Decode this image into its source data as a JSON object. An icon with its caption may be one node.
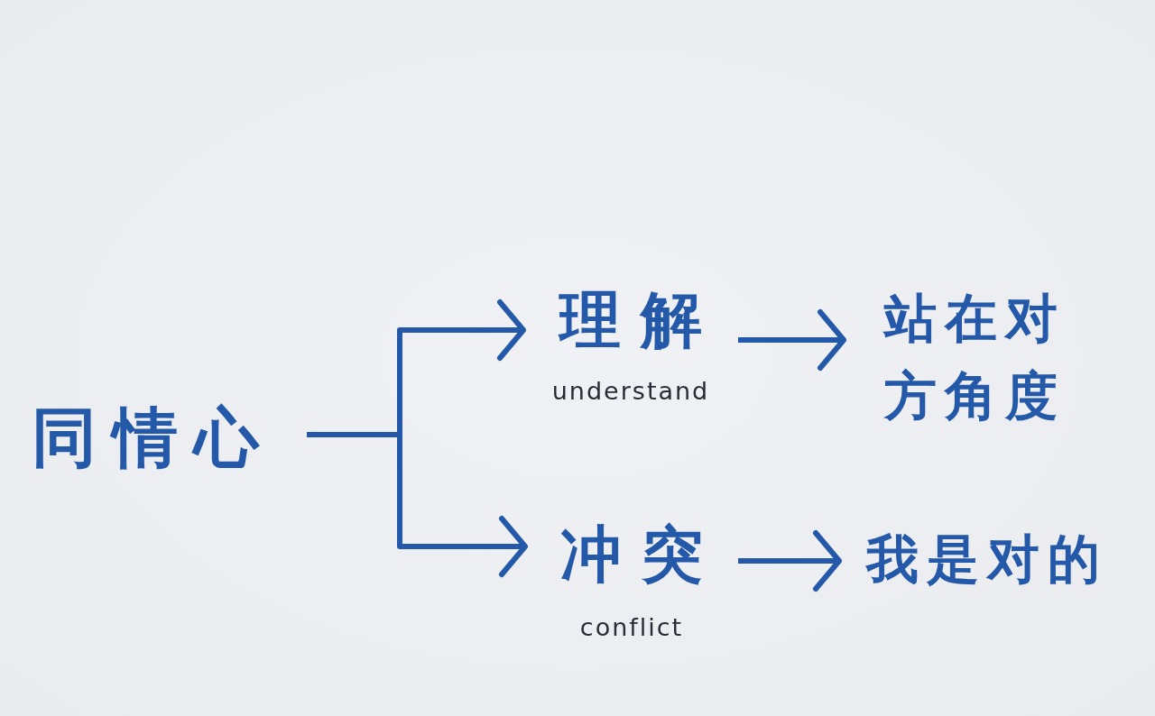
{
  "diagram": {
    "nodes": [
      {
        "text": [
          "同情心"
        ]
      },
      {
        "text": [
          "理解",
          "understand"
        ]
      },
      {
        "text": [
          "站在对方角度"
        ]
      },
      {
        "text": [
          "冲突",
          "conflict"
        ]
      },
      {
        "text": [
          "我是对的"
        ]
      }
    ],
    "edges": [
      {
        "from": 0,
        "to": 1,
        "arrow": "to"
      },
      {
        "from": 0,
        "to": 3,
        "arrow": "to"
      },
      {
        "from": 1,
        "to": 2,
        "arrow": "to"
      },
      {
        "from": 3,
        "to": 4,
        "arrow": "to"
      }
    ]
  }
}
